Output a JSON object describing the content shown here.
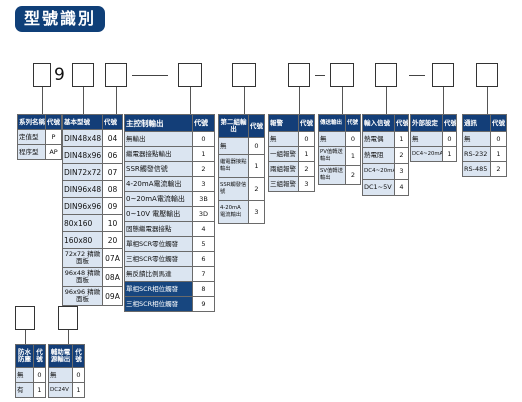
{
  "title": "型號識別",
  "code_prefix_digit": "9",
  "tables": {
    "series": {
      "headers": [
        "系列名稱",
        "代號"
      ],
      "rows": [
        [
          "定值型",
          "P"
        ],
        [
          "程序型",
          "AP"
        ]
      ]
    },
    "size": {
      "headers": [
        "基本型號",
        "代號"
      ],
      "rows": [
        [
          "DIN48x48",
          "04"
        ],
        [
          "DIN48x96",
          "06"
        ],
        [
          "DIN72x72",
          "07"
        ],
        [
          "DIN96x48",
          "08"
        ],
        [
          "DIN96x96",
          "09"
        ],
        [
          "80x160",
          "10"
        ],
        [
          "160x80",
          "20"
        ],
        [
          "72x72 精緻面板",
          "07A"
        ],
        [
          "96x48 精緻面板",
          "08A"
        ],
        [
          "96x96 精緻面板",
          "09A"
        ]
      ]
    },
    "main_output": {
      "headers": [
        "主控制輸出",
        "代號"
      ],
      "rows": [
        [
          "無輸出",
          "0"
        ],
        [
          "繼電器接點輸出",
          "1"
        ],
        [
          "SSR觸發信號",
          "2"
        ],
        [
          "4-20mA電流輸出",
          "3"
        ],
        [
          "0~20mA電流輸出",
          "3B"
        ],
        [
          "0~10V 電壓輸出",
          "3D"
        ],
        [
          "固態繼電器接點",
          "4"
        ],
        [
          "單相SCR零位觸發",
          "5"
        ],
        [
          "三相SCR零位觸發",
          "6"
        ],
        [
          "無反饋比例馬達",
          "7"
        ],
        [
          "單相SCR相位觸發",
          "8"
        ],
        [
          "三相SCR相位觸發",
          "9"
        ]
      ]
    },
    "second_output": {
      "headers": [
        "第二組輸出",
        "代號"
      ],
      "rows": [
        [
          "無",
          "0"
        ],
        [
          "繼電器接點輸出",
          "1"
        ],
        [
          "SSR觸發信號",
          "2"
        ],
        [
          "4-20mA 電流輸出",
          "3"
        ]
      ]
    },
    "alarm": {
      "headers": [
        "報警",
        "代號"
      ],
      "rows": [
        [
          "無",
          "0"
        ],
        [
          "一組報警",
          "1"
        ],
        [
          "兩組報警",
          "2"
        ],
        [
          "三組報警",
          "3"
        ]
      ]
    },
    "transmit": {
      "headers": [
        "傳送輸出",
        "代號"
      ],
      "rows": [
        [
          "無",
          "0"
        ],
        [
          "PV值轉送輸出",
          "1"
        ],
        [
          "SV值轉送輸出",
          "2"
        ]
      ]
    },
    "input": {
      "headers": [
        "輸入信號",
        "代號"
      ],
      "rows": [
        [
          "熱電偶",
          "1"
        ],
        [
          "熱電阻",
          "2"
        ],
        [
          "DC4~20mA",
          "3"
        ],
        [
          "DC1~5V",
          "4"
        ]
      ]
    },
    "external": {
      "headers": [
        "外部設定",
        "代號"
      ],
      "rows": [
        [
          "無",
          "0"
        ],
        [
          "DC4~20mA",
          "1"
        ]
      ]
    },
    "comm": {
      "headers": [
        "通訊",
        "代號"
      ],
      "rows": [
        [
          "無",
          "0"
        ],
        [
          "RS-232",
          "1"
        ],
        [
          "RS-485",
          "2"
        ]
      ]
    },
    "waterproof": {
      "headers": [
        "防水防塵",
        "代號"
      ],
      "rows": [
        [
          "無",
          "0"
        ],
        [
          "有",
          "1"
        ]
      ]
    },
    "aux_power": {
      "headers": [
        "輔助電源輸出",
        "代號"
      ],
      "rows": [
        [
          "無",
          "0"
        ],
        [
          "DC24V",
          "1"
        ]
      ]
    }
  }
}
